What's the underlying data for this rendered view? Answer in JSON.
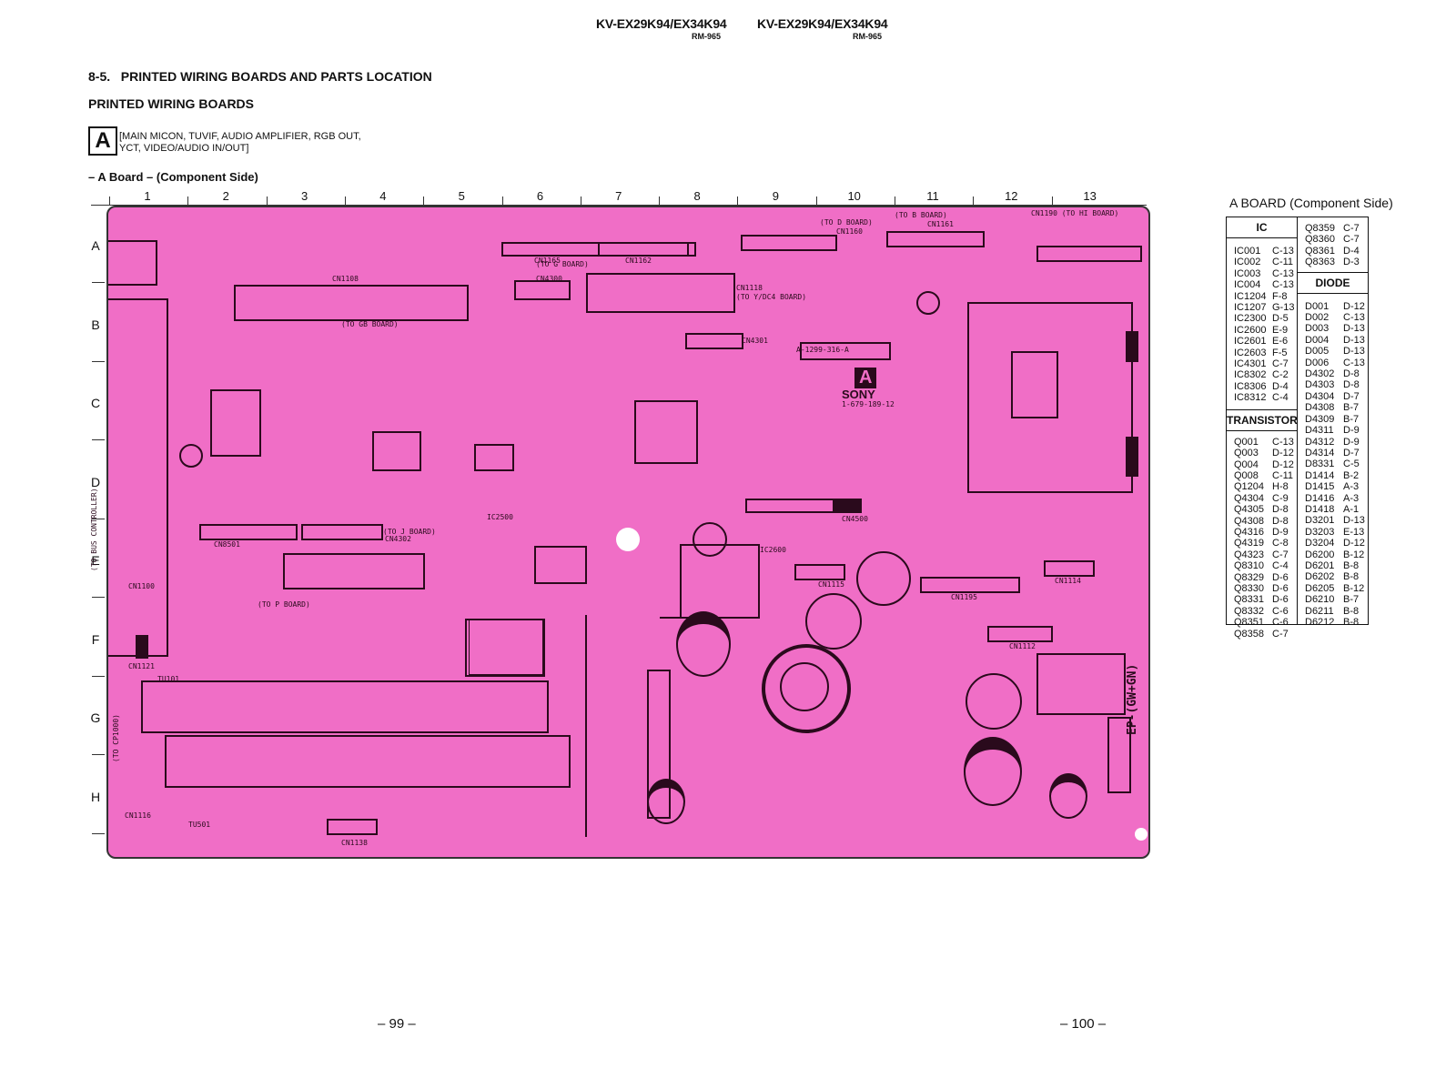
{
  "header": {
    "left_model": "KV-EX29K94/EX34K94",
    "left_rm": "RM-965",
    "right_model": "KV-EX29K94/EX34K94",
    "right_rm": "RM-965"
  },
  "section": {
    "heading": "8-5.   PRINTED WIRING BOARDS AND PARTS LOCATION",
    "subheading": "PRINTED WIRING BOARDS",
    "badge": "A",
    "badge_desc_line1": "[MAIN MICON, TUVIF, AUDIO AMPLIFIER, RGB OUT,",
    "badge_desc_line2": "YCT, VIDEO/AUDIO IN/OUT]",
    "board_title": "– A Board – (Component Side)"
  },
  "grid": {
    "columns": [
      "1",
      "2",
      "3",
      "4",
      "5",
      "6",
      "7",
      "8",
      "9",
      "10",
      "11",
      "12",
      "13"
    ],
    "rows": [
      "A",
      "B",
      "C",
      "D",
      "E",
      "F",
      "G",
      "H"
    ]
  },
  "board": {
    "silk_labels": [
      "CN1108",
      "CN4300",
      "CN1165",
      "CN1162",
      "CN1118",
      "(TO Y/DC4 BOARD)",
      "CN1161",
      "CN1160",
      "CN1190 (TO HI BOARD)",
      "(TO B BOARD)",
      "(TO D BOARD)",
      "(TO G BOARD)",
      "(TO GB BOARD)",
      "CN4301",
      "A-1299-316-A",
      "A",
      "SONY",
      "1-679-189-12",
      "CN4500",
      "CN8501",
      "CN4302",
      "(TO J BOARD)",
      "IC2600",
      "IC2500",
      "CN1100",
      "CN1115",
      "CN1195",
      "CN1114",
      "CN1112",
      "CN1121",
      "CN1138",
      "CN1116",
      "TU501",
      "TU101",
      "(TO BUS CONTROLLER)",
      "(TO CP1000)",
      "(TO P BOARD)",
      "EP-(GW+GN)"
    ]
  },
  "parts": {
    "title": "A BOARD (Component Side)",
    "ic_header": "IC",
    "ic": [
      [
        "IC001",
        "C-13"
      ],
      [
        "IC002",
        "C-11"
      ],
      [
        "IC003",
        "C-13"
      ],
      [
        "IC004",
        "C-13"
      ],
      [
        "IC1204",
        "F-8"
      ],
      [
        "IC1207",
        "G-13"
      ],
      [
        "IC2300",
        "D-5"
      ],
      [
        "IC2600",
        "E-9"
      ],
      [
        "IC2601",
        "E-6"
      ],
      [
        "IC2603",
        "F-5"
      ],
      [
        "IC4301",
        "C-7"
      ],
      [
        "IC8302",
        "C-2"
      ],
      [
        "IC8306",
        "D-4"
      ],
      [
        "IC8312",
        "C-4"
      ]
    ],
    "transistor_header": "TRANSISTOR",
    "transistor": [
      [
        "Q001",
        "C-13"
      ],
      [
        "Q003",
        "D-12"
      ],
      [
        "Q004",
        "D-12"
      ],
      [
        "Q008",
        "C-11"
      ],
      [
        "Q1204",
        "H-8"
      ],
      [
        "Q4304",
        "C-9"
      ],
      [
        "Q4305",
        "D-8"
      ],
      [
        "Q4308",
        "D-8"
      ],
      [
        "Q4316",
        "D-9"
      ],
      [
        "Q4319",
        "C-8"
      ],
      [
        "Q4323",
        "C-7"
      ],
      [
        "Q8310",
        "C-4"
      ],
      [
        "Q8329",
        "D-6"
      ],
      [
        "Q8330",
        "D-6"
      ],
      [
        "Q8331",
        "D-6"
      ],
      [
        "Q8332",
        "C-6"
      ],
      [
        "Q8351",
        "C-6"
      ],
      [
        "Q8358",
        "C-7"
      ]
    ],
    "transistor_cont": [
      [
        "Q8359",
        "C-7"
      ],
      [
        "Q8360",
        "C-7"
      ],
      [
        "Q8361",
        "D-4"
      ],
      [
        "Q8363",
        "D-3"
      ]
    ],
    "diode_header": "DIODE",
    "diode": [
      [
        "D001",
        "D-12"
      ],
      [
        "D002",
        "C-13"
      ],
      [
        "D003",
        "D-13"
      ],
      [
        "D004",
        "D-13"
      ],
      [
        "D005",
        "D-13"
      ],
      [
        "D006",
        "C-13"
      ],
      [
        "D4302",
        "D-8"
      ],
      [
        "D4303",
        "D-8"
      ],
      [
        "D4304",
        "D-7"
      ],
      [
        "D4308",
        "B-7"
      ],
      [
        "D4309",
        "B-7"
      ],
      [
        "D4311",
        "D-9"
      ],
      [
        "D4312",
        "D-9"
      ],
      [
        "D4314",
        "D-7"
      ],
      [
        "D8331",
        "C-5"
      ],
      [
        "D1414",
        "B-2"
      ],
      [
        "D1415",
        "A-3"
      ],
      [
        "D1416",
        "A-3"
      ],
      [
        "D1418",
        "A-1"
      ],
      [
        "D3201",
        "D-13"
      ],
      [
        "D3203",
        "E-13"
      ],
      [
        "D3204",
        "D-12"
      ],
      [
        "D6200",
        "B-12"
      ],
      [
        "D6201",
        "B-8"
      ],
      [
        "D6202",
        "B-8"
      ],
      [
        "D6205",
        "B-12"
      ],
      [
        "D6210",
        "B-7"
      ],
      [
        "D6211",
        "B-8"
      ],
      [
        "D6212",
        "B-8"
      ]
    ]
  },
  "footer": {
    "left_page": "– 99 –",
    "right_page": "– 100 –"
  }
}
